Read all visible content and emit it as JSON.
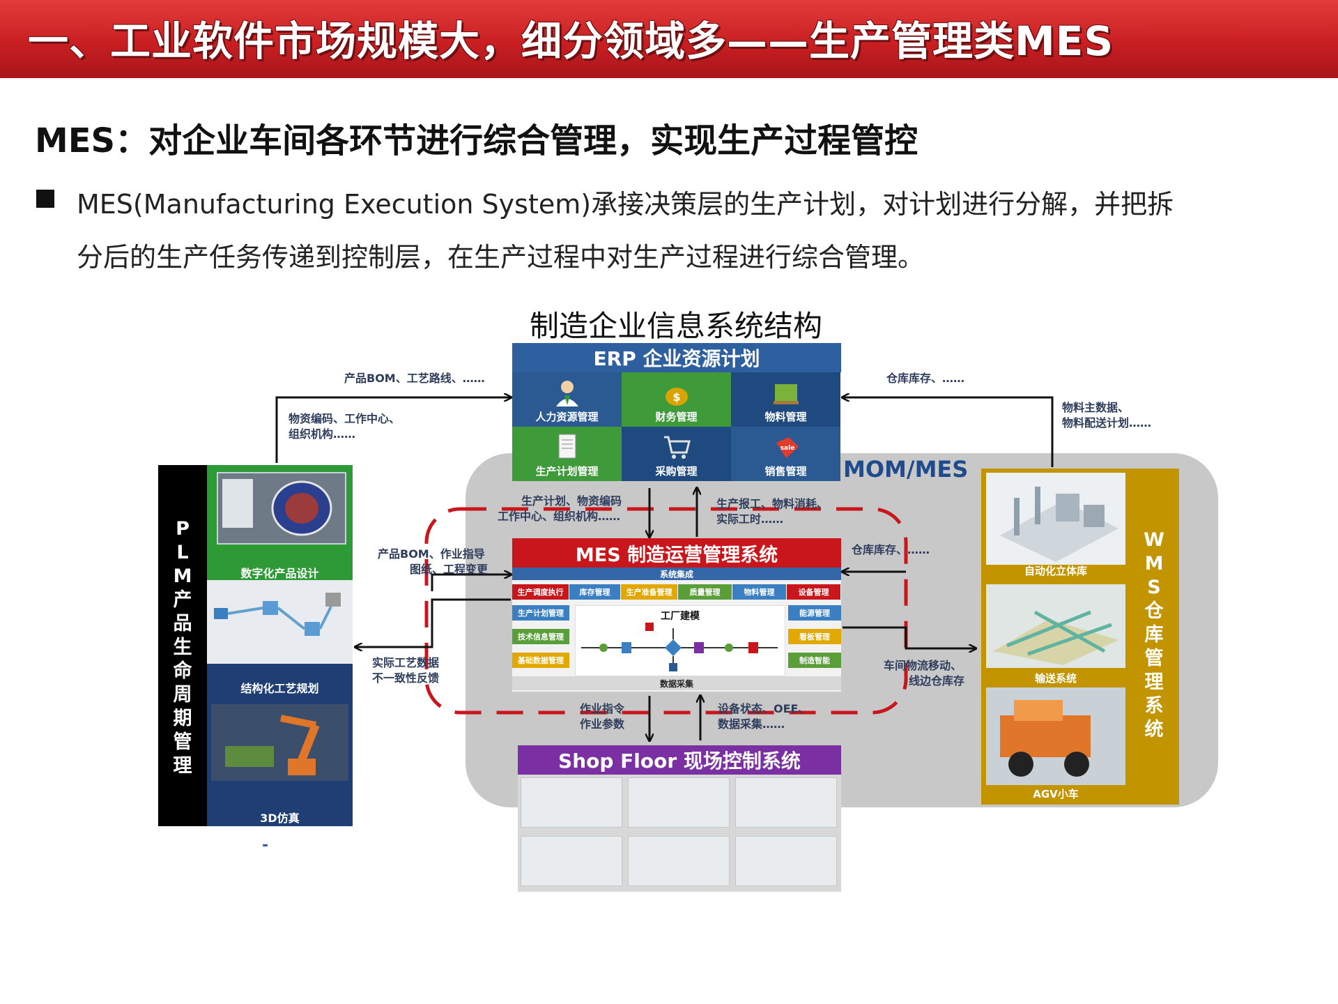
{
  "header": {
    "title": "一、工业软件市场规模大，细分领域多——生产管理类MES"
  },
  "subtitle": "MES：对企业车间各环节进行综合管理，实现生产过程管控",
  "paragraph": {
    "line1": "MES(Manufacturing Execution System)承接决策层的生产计划，对计划进行分解，并把拆",
    "line2": "分后的生产任务传递到控制层，在生产过程中对生产过程进行综合管理。"
  },
  "diagram": {
    "title": "制造企业信息系统结构",
    "mom_label": "MOM/MES",
    "erp": {
      "header": "ERP 企业资源计划",
      "cells": [
        {
          "label": "人力资源管理",
          "color": "#2b5a92",
          "icon": "person-icon"
        },
        {
          "label": "财务管理",
          "color": "#3f9a3a",
          "icon": "money-bag-icon"
        },
        {
          "label": "物料管理",
          "color": "#1f4a80",
          "icon": "pallet-icon"
        },
        {
          "label": "生产计划管理",
          "color": "#3f9a3a",
          "icon": "document-icon"
        },
        {
          "label": "采购管理",
          "color": "#1f4a80",
          "icon": "cart-icon"
        },
        {
          "label": "销售管理",
          "color": "#2b5a92",
          "icon": "sale-tag-icon"
        }
      ]
    },
    "mes": {
      "header": "MES 制造运营管理系统",
      "integration": "系统集成",
      "top_modules": [
        {
          "label": "生产调度执行",
          "color": "#c8161c"
        },
        {
          "label": "库存管理",
          "color": "#3a7fc2"
        },
        {
          "label": "生产准备管理",
          "color": "#e0a800"
        },
        {
          "label": "质量管理",
          "color": "#5a9e3a"
        },
        {
          "label": "物料管理",
          "color": "#3a7fc2"
        },
        {
          "label": "设备管理",
          "color": "#c8161c"
        }
      ],
      "left_modules": [
        {
          "label": "生产计划管理",
          "color": "#3a7fc2"
        },
        {
          "label": "技术信息管理",
          "color": "#5a9e3a"
        },
        {
          "label": "基础数据管理",
          "color": "#e0a800"
        }
      ],
      "right_modules": [
        {
          "label": "能源管理",
          "color": "#3a7fc2"
        },
        {
          "label": "看板管理",
          "color": "#e0a800"
        },
        {
          "label": "制造智能",
          "color": "#5a9e3a"
        }
      ],
      "factory_label": "工厂建模",
      "data_label": "数据采集"
    },
    "shop_floor": {
      "header": "Shop Floor 现场控制系统"
    },
    "plm": {
      "letters": [
        "P",
        "L",
        "M",
        "产",
        "品",
        "生",
        "命",
        "周",
        "期",
        "管",
        "理"
      ],
      "captions": [
        "数字化产品设计",
        "结构化工艺规划",
        "3D仿真"
      ],
      "dash": "-"
    },
    "wms": {
      "letters": [
        "W",
        "M",
        "S",
        "仓",
        "库",
        "管",
        "理",
        "系",
        "统"
      ],
      "captions": [
        "自动化立体库",
        "输送系统",
        "AGV小车"
      ]
    },
    "labels": {
      "erp_plm_top": "产品BOM、工艺路线、……",
      "plm_erp_1": "物资编码、工作中心、",
      "plm_erp_2": "组织机构……",
      "erp_wms_top": "仓库库存、……",
      "wms_erp_1": "物料主数据、",
      "wms_erp_2": "物料配送计划……",
      "erp_mes_1": "生产计划、物资编码",
      "erp_mes_2": "工作中心、组织机构……",
      "mes_erp_1": "生产报工、物料消耗、",
      "mes_erp_2": "实际工时……",
      "plm_mes_1": "产品BOM、作业指导",
      "plm_mes_2": "图纸、工程变更",
      "mes_plm_1": "实际工艺数据",
      "mes_plm_2": "不一致性反馈",
      "wms_mes": "仓库库存、……",
      "mes_wms_1": "车间物流移动、",
      "mes_wms_2": "线边仓库存",
      "mes_sf_1": "作业指令",
      "mes_sf_2": "作业参数",
      "sf_mes_1": "设备状态、OEE、",
      "sf_mes_2": "数据采集……"
    }
  }
}
